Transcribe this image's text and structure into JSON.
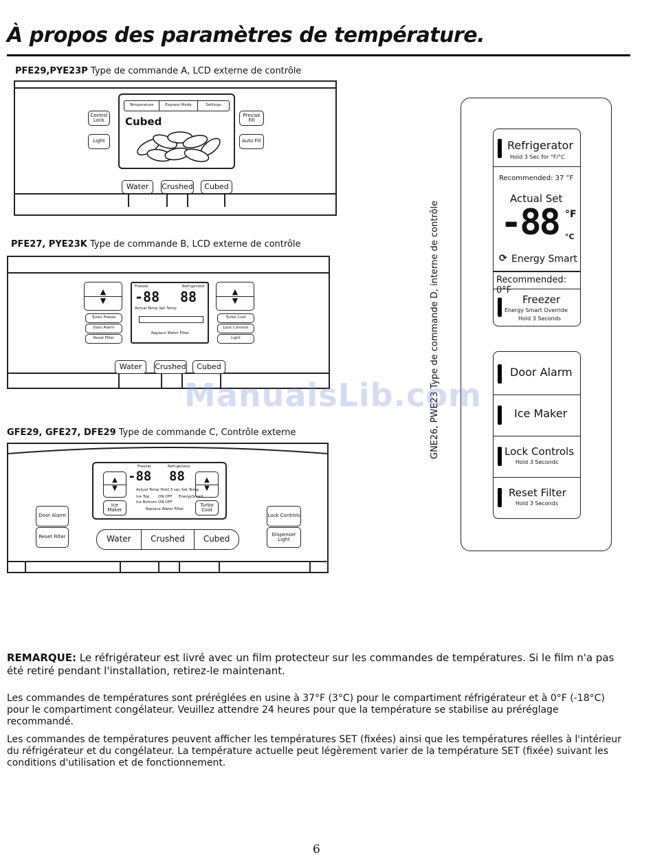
{
  "title": "À propos des paramètres de température.",
  "panel_a": {
    "caption_models": "PFE29,PYE23P",
    "caption_desc": "Type de commande A, LCD externe de contrôle",
    "control_lock": "Control Lock",
    "light": "Light",
    "precise_fill": "Precise Fill",
    "auto_fill": "Auto Fill",
    "tabs": [
      "Temperature",
      "Express Mode",
      "Settings"
    ],
    "display_text": "Cubed",
    "buttons": [
      "Water",
      "Crushed",
      "Cubed"
    ]
  },
  "panel_b": {
    "caption_models": "PFE27, PYE23K",
    "caption_desc": "Type de commande B, LCD externe de contrôle",
    "freezer": "Freezer",
    "refrigerator": "Refrigerator",
    "digits_left": "-88",
    "digits_right": "88",
    "actual_set": "Actual Temp Set Temp",
    "replace_filter": "Replace Water Filter",
    "left_buttons": [
      "Turbo Freeze",
      "Door Alarm",
      "Reset Filter"
    ],
    "right_buttons": [
      "Turbo Cool",
      "Lock Controls",
      "Light"
    ],
    "buttons": [
      "Water",
      "Crushed",
      "Cubed"
    ]
  },
  "panel_c": {
    "caption_models": "GFE29, GFE27, DFE29",
    "caption_desc": "Type de commande C, Contrôle externe",
    "freezer": "Freezer",
    "refrigerator": "Refrigerator",
    "digits_left": "-88",
    "digits_right": "88",
    "actual_set": "Actual Temp Hold 3 sec Set Temp",
    "ice_top": "Ice Top",
    "ice_bottom": "Ice Bottom",
    "on_off_1": "ON OFF",
    "on_off_2": "ON OFF",
    "energy_smart": "EnergySmart",
    "replace_filter": "Replace Water Filter",
    "ice_maker": "Ice Maker",
    "turbo_cool": "Turbo Cool",
    "door_alarm": "Door Alarm",
    "reset_filter": "Reset Filter",
    "lock_controls": "Lock Controls",
    "dispenser_light": "Dispenser Light",
    "buttons": [
      "Water",
      "Crushed",
      "Cubed"
    ]
  },
  "panel_d": {
    "vertical_caption": "GNE26, PWE23 Type de commande D, interne de contrôle",
    "refrigerator": "Refrigerator",
    "hold_f_c": "Hold 3 Sec for °F/°C",
    "recommended_37": "Recommended: 37 °F",
    "actual_set": "Actual Set",
    "digits": "-88",
    "unit_f": "°F",
    "unit_c": "°C",
    "energy_smart": "Energy Smart",
    "recommended_0": "Recommended: 0°F",
    "freezer": "Freezer",
    "override": "Energy Smart Override",
    "hold_3": "Hold 3 Seconds",
    "door_alarm": "Door Alarm",
    "ice_maker": "Ice Maker",
    "lock_controls": "Lock Controls",
    "lock_hold": "Hold 3 Seconds",
    "reset_filter": "Reset Filter",
    "reset_hold": "Hold 3 Seconds"
  },
  "watermark": "ManualsLib.com",
  "note_label": "REMARQUE:",
  "note_text": " Le réfrigérateur est livré avec un film protecteur sur les commandes de températures. Si le film n'a pas été retiré pendant l'installation, retirez-le maintenant.",
  "para1": "Les commandes de températures sont préréglées en usine à 37°F (3°C) pour le compartiment réfrigérateur et à 0°F (-18°C) pour le compartiment congélateur. Veuillez attendre 24 heures pour que la température se stabilise au préréglage recommandé.",
  "para2": "Les commandes de températures peuvent afficher les températures SET (fixées) ainsi que les températures réelles à l'intérieur du réfrigérateur et du congélateur. La température actuelle peut légèrement varier de la température SET (fixée) suivant les conditions d'utilisation et de fonctionnement.",
  "page_number": "6"
}
